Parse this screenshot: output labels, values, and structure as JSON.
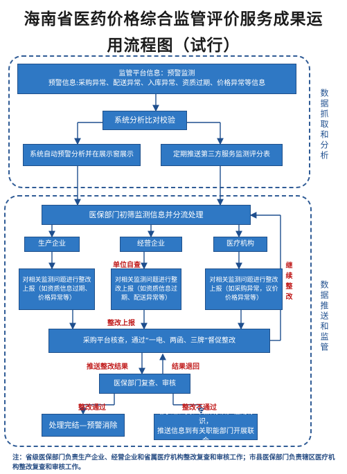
{
  "title": {
    "line1": "海南省医药价格综合监管评价服务成果运",
    "line2": "用流程图（试行）"
  },
  "sections": {
    "top_label": "数据抓取和分析",
    "bottom_label": "数据推送和监管"
  },
  "nodes": {
    "platform_line1": "监管平台信息：预警监测",
    "platform_line2": "预警信息:采购异常、配送异常、入库异常、资质过期、价格异常等信息",
    "compare": "系统分析比对校验",
    "auto_warn": "系统自动预警分析并在展示窗展示",
    "third_party": "定期推送第三方服务监测评分表",
    "medical_dept": "医保部门初筛监测信息并分流处理",
    "producer": "生产企业",
    "distributor": "经营企业",
    "hospital": "医疗机构",
    "producer_report": "对相关监测问题进行整改上报（如资质信息过期、价格异常等）",
    "distributor_report": "对相关监测问题进行整改上报（如资质信息过期、配送异常等）",
    "hospital_report": "对相关监测问题进行整改上报（如采购异常，议价价格异常等）",
    "purchase_check": "采购平台核查，通过“一电、两函、三牌”督促整改",
    "review": "医保部门复查、审核",
    "finish": "处理完结—预警消除",
    "penalty_line1": "给予红、黄、白牌标识，信用标识，",
    "penalty_line2": "推送信息到有关职能部门开展联合"
  },
  "labels": {
    "unit_self_check": "单位自查",
    "rectify_report": "整改上报",
    "continue_rectify": "继续整改",
    "push_result": "推送整改结果",
    "result_return": "结果退回",
    "pass": "整改通过",
    "fail": "整改不通过"
  },
  "note": "注：省级医保部门负责生产企业、经营企业和省属医疗机构整改复查和审核工作；市县医保部门负责辖区医疗机构整改复查和审核工作。",
  "colors": {
    "box_fill": "#2f78c4",
    "box_border": "#1e4f8a",
    "arrow": "#1f4f8e",
    "label_red": "#c01b1b",
    "dashed_border": "#2f5b95"
  }
}
